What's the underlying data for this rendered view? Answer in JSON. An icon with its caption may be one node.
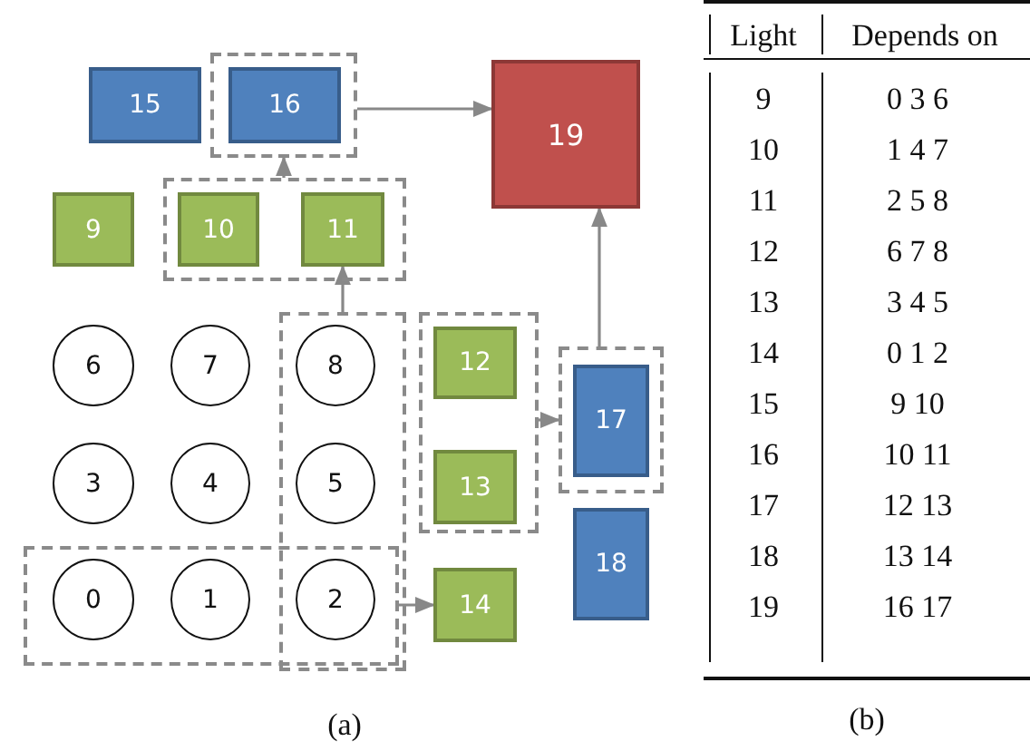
{
  "diagram": {
    "nodes": [
      {
        "text": [
          "15"
        ]
      },
      {
        "text": [],
        "shape": "box"
      },
      {
        "text": [
          "16"
        ],
        "in": 1
      },
      {
        "text": [
          "19"
        ]
      },
      {
        "text": [
          "9"
        ]
      },
      {
        "text": [],
        "shape": "box"
      },
      {
        "text": [
          "10"
        ],
        "in": 5
      },
      {
        "text": [
          "11"
        ],
        "in": 5
      },
      {
        "text": [],
        "shape": "box"
      },
      {
        "text": [
          "6"
        ]
      },
      {
        "text": [
          "7"
        ]
      },
      {
        "text": [
          "8"
        ],
        "in": 8
      },
      {
        "text": [],
        "shape": "box"
      },
      {
        "text": [
          "12"
        ],
        "in": 12
      },
      {
        "text": [],
        "shape": "box"
      },
      {
        "text": [
          "17"
        ],
        "in": 14
      },
      {
        "text": [
          "3"
        ]
      },
      {
        "text": [
          "4"
        ]
      },
      {
        "text": [
          "5"
        ],
        "in": 8
      },
      {
        "text": [
          "13"
        ],
        "in": 12
      },
      {
        "text": [
          "18"
        ]
      },
      {
        "text": [],
        "shape": "box"
      },
      {
        "text": [
          "0"
        ],
        "in": 21
      },
      {
        "text": [
          "1"
        ],
        "in": 21
      },
      {
        "text": [
          "2"
        ]
      },
      {
        "text": [
          "14"
        ]
      }
    ],
    "edges": [
      {
        "from": 1,
        "to": 3,
        "arrow": "to"
      },
      {
        "from": 5,
        "to": 1,
        "arrow": "to"
      },
      {
        "from": 8,
        "to": 7,
        "arrow": "to"
      },
      {
        "from": 21,
        "to": 25,
        "arrow": "to"
      },
      {
        "from": 12,
        "to": 14,
        "arrow": "to"
      },
      {
        "from": 14,
        "to": 3,
        "arrow": "to"
      }
    ],
    "labels": [
      "(a)",
      "Light",
      "Depends on",
      "9",
      "0 3 6",
      "10",
      "1 4 7",
      "11",
      "2 5 8",
      "12",
      "6 7 8",
      "13",
      "3 4 5",
      "14",
      "0 1 2",
      "15",
      "9 10",
      "16",
      "10 11",
      "17",
      "12 13",
      "18",
      "13 14",
      "19",
      "16 17",
      "(b)"
    ]
  }
}
